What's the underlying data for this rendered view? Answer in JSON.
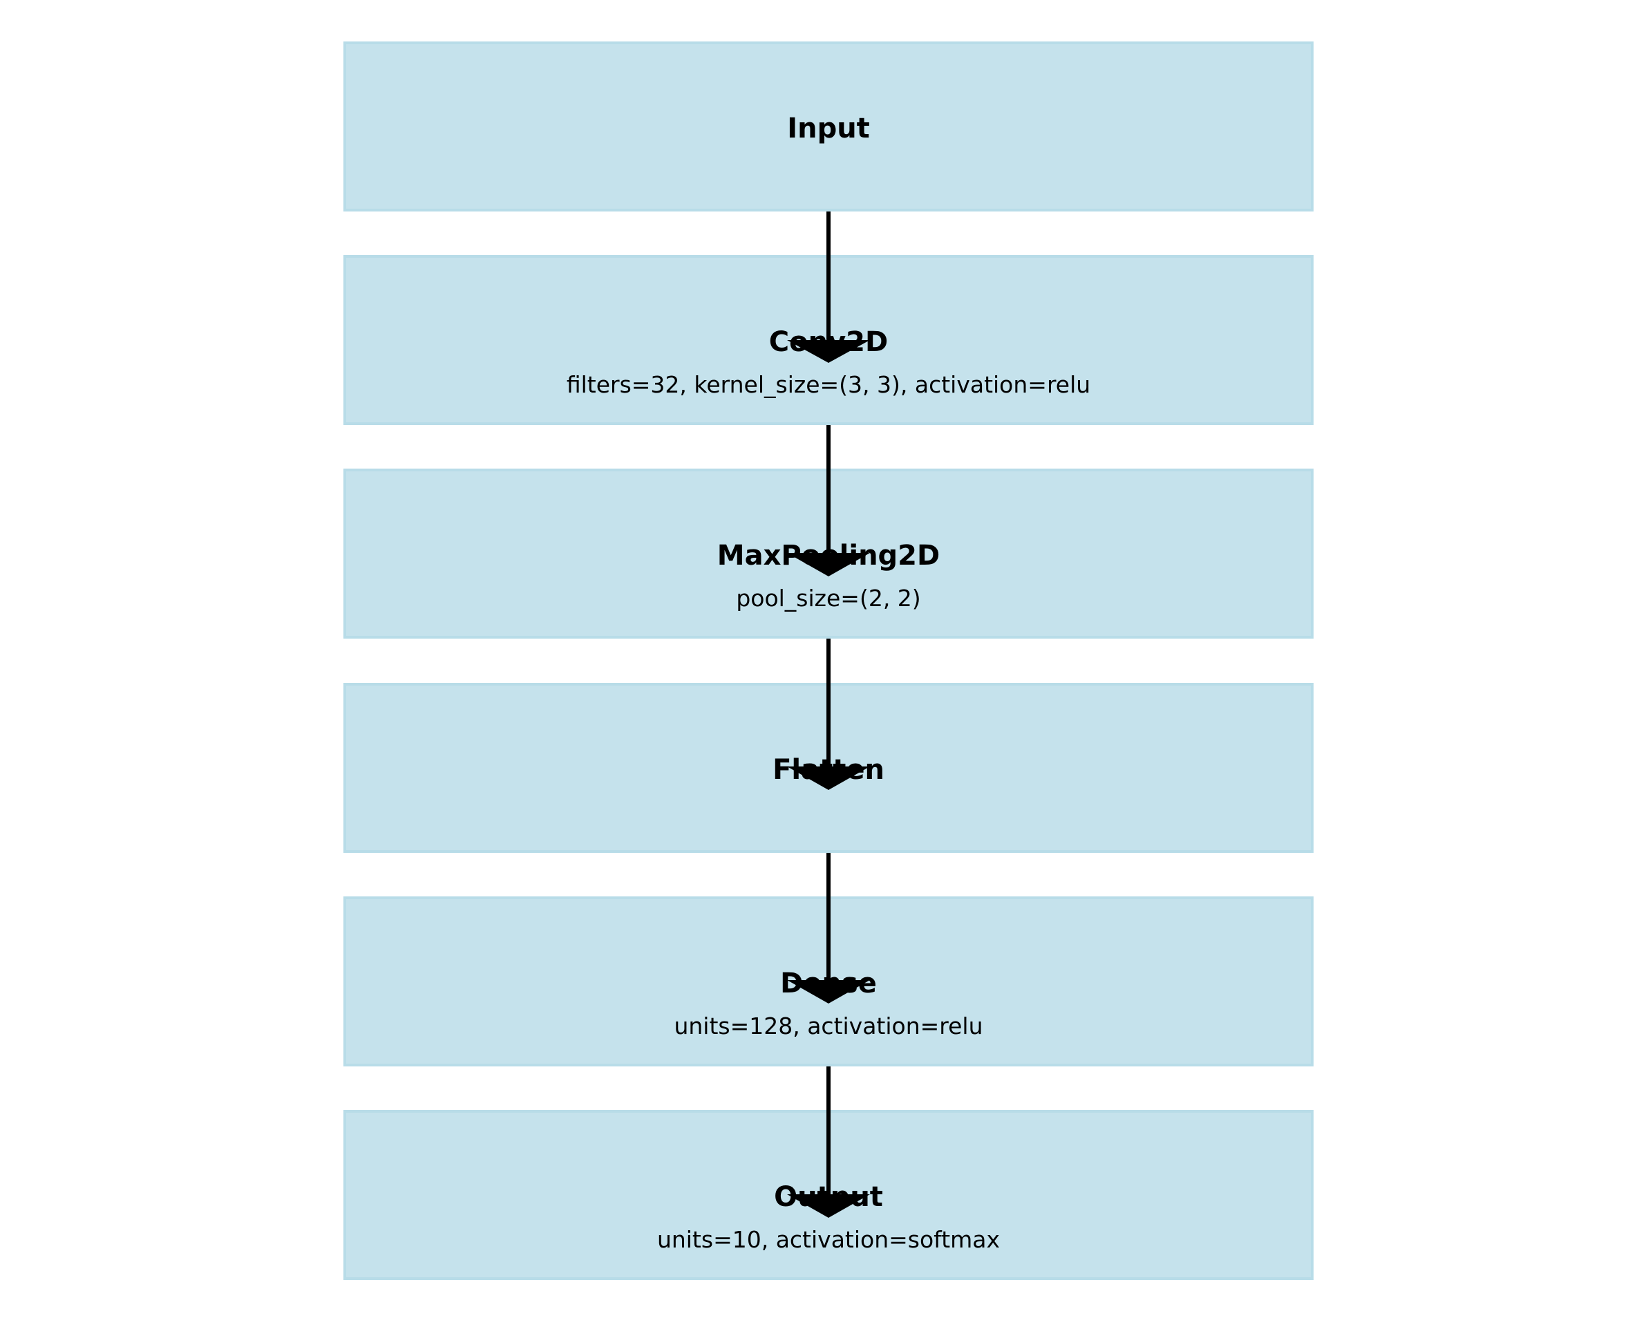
{
  "layers": [
    {
      "name": "Input",
      "params": ""
    },
    {
      "name": "Conv2D",
      "params": "filters=32, kernel_size=(3, 3), activation=relu"
    },
    {
      "name": "MaxPooling2D",
      "params": "pool_size=(2, 2)"
    },
    {
      "name": "Flatten",
      "params": ""
    },
    {
      "name": "Dense",
      "params": "units=128, activation=relu"
    },
    {
      "name": "Output",
      "params": "units=10, activation=softmax"
    }
  ],
  "colors": {
    "box_fill": "#c5e2ec",
    "box_border": "#b8dce8",
    "arrow": "#000000",
    "text": "#000000"
  }
}
